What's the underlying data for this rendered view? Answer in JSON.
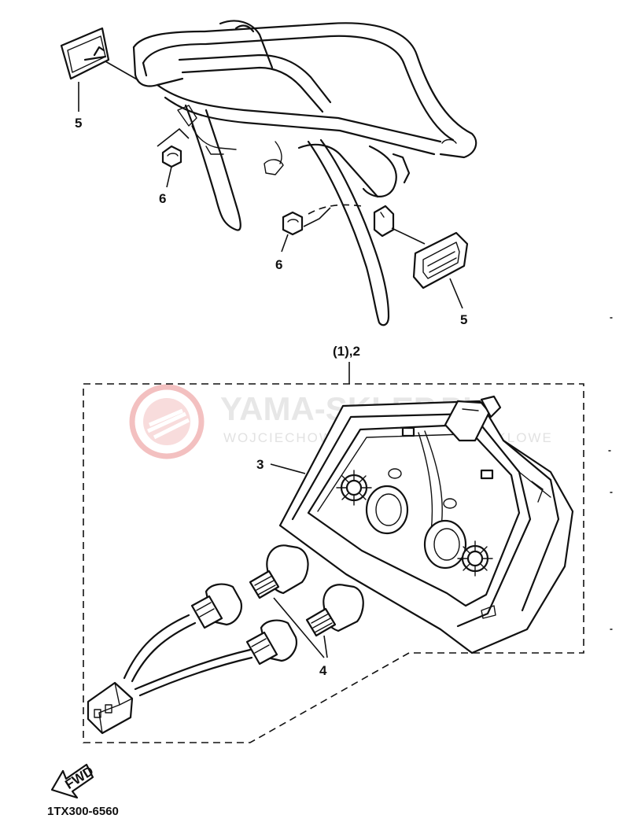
{
  "callouts": {
    "reflector_rear_left": "5",
    "reflector_rear_right": "5",
    "nut_left": "6",
    "nut_right": "6",
    "assembly": "(1),2",
    "lens_housing": "3",
    "bulbs": "4"
  },
  "direction_arrow": {
    "label": "FWD"
  },
  "drawing_code": "1TX300-6560",
  "watermark": {
    "brand": "YAMA-SKLEP.PL",
    "subtitle": "WOJCIECHOWSKI CZĘŚCI MOTOCYKLOWE",
    "logo_color": "#f1b5b5"
  }
}
